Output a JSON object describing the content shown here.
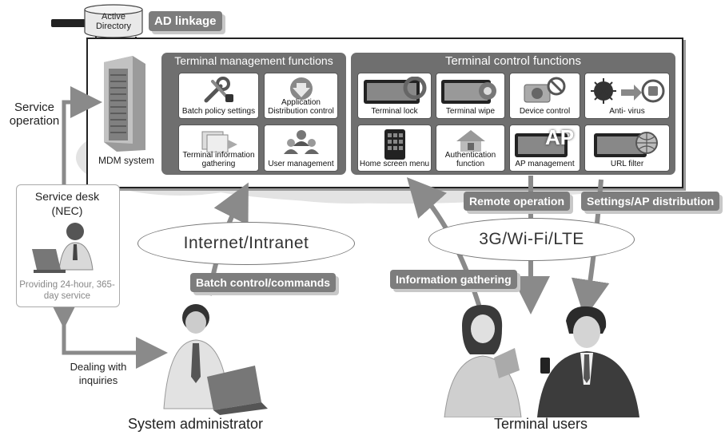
{
  "top": {
    "server_label": "Active Directory",
    "ad_linkage": "AD linkage"
  },
  "mdm": {
    "label": "MDM system",
    "management": {
      "title": "Terminal management functions",
      "tiles": [
        {
          "label": "Batch policy settings",
          "icon": "tools-icon"
        },
        {
          "label": "Application Distribution control",
          "icon": "download-arrow-icon"
        },
        {
          "label": "Terminal information gathering",
          "icon": "documents-icon"
        },
        {
          "label": "User management",
          "icon": "users-icon"
        }
      ]
    },
    "control": {
      "title": "Terminal control functions",
      "tiles": [
        {
          "label": "Terminal lock",
          "icon": "lock-phone-icon"
        },
        {
          "label": "Terminal wipe",
          "icon": "wipe-phone-icon"
        },
        {
          "label": "Device control",
          "icon": "camera-prohibited-icon"
        },
        {
          "label": "Anti- virus",
          "icon": "virus-shield-icon"
        },
        {
          "label": "Home screen menu",
          "icon": "home-screen-icon"
        },
        {
          "label": "Authentication function",
          "icon": "house-lock-icon"
        },
        {
          "label": "AP management",
          "icon": "ap-phone-icon",
          "badge": "AP"
        },
        {
          "label": "URL filter",
          "icon": "globe-phone-icon"
        }
      ]
    }
  },
  "flows": {
    "service_operation": "Service operation",
    "remote_operation": "Remote operation",
    "settings_distribution": "Settings/AP distribution",
    "batch_control": "Batch control/commands",
    "information_gathering": "Information gathering",
    "dealing_inquiries": "Dealing with inquiries"
  },
  "networks": {
    "internet": "Internet/Intranet",
    "mobile": "3G/Wi-Fi/LTE"
  },
  "service_desk": {
    "title": "Service desk",
    "org": "(NEC)",
    "note": "Providing 24-hour, 365-day service"
  },
  "people": {
    "admin": "System administrator",
    "users": "Terminal users"
  }
}
